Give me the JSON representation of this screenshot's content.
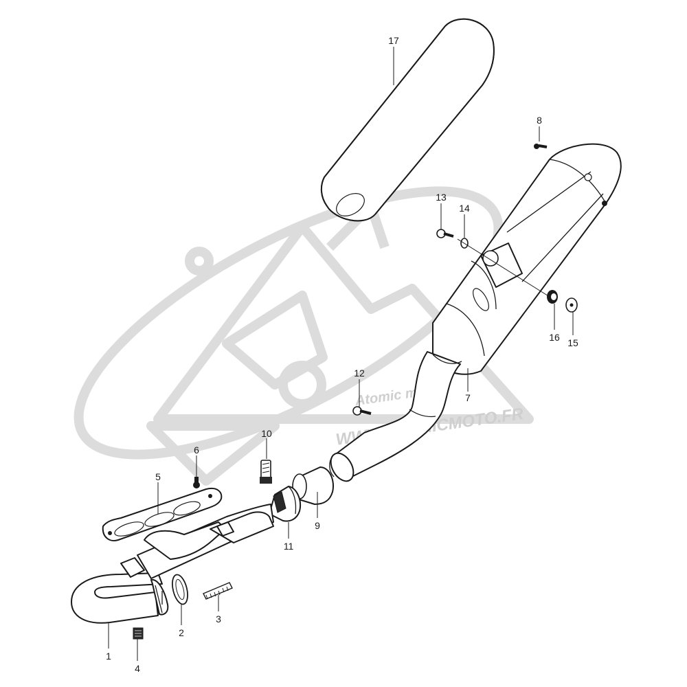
{
  "diagram": {
    "watermark": {
      "logo_text": "Atomic moto",
      "url_text": "WWW.ATOMICMOTO.FR"
    },
    "parts": [
      {
        "id": "p1",
        "number": "1"
      },
      {
        "id": "p2",
        "number": "2"
      },
      {
        "id": "p3",
        "number": "3"
      },
      {
        "id": "p4",
        "number": "4"
      },
      {
        "id": "p5",
        "number": "5"
      },
      {
        "id": "p6",
        "number": "6"
      },
      {
        "id": "p7",
        "number": "7"
      },
      {
        "id": "p8",
        "number": "8"
      },
      {
        "id": "p9",
        "number": "9"
      },
      {
        "id": "p10",
        "number": "10"
      },
      {
        "id": "p11",
        "number": "11"
      },
      {
        "id": "p12",
        "number": "12"
      },
      {
        "id": "p13",
        "number": "13"
      },
      {
        "id": "p14",
        "number": "14"
      },
      {
        "id": "p15",
        "number": "15"
      },
      {
        "id": "p16",
        "number": "16"
      },
      {
        "id": "p17",
        "number": "17"
      }
    ]
  }
}
